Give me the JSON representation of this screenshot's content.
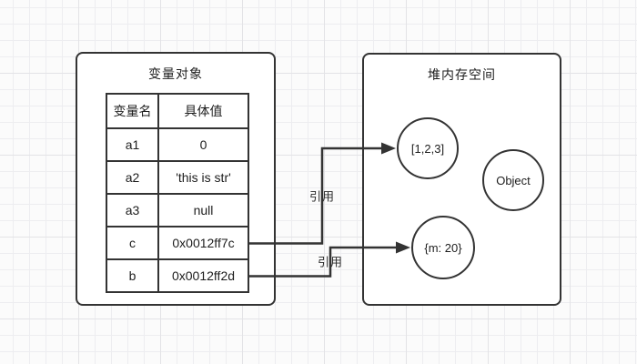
{
  "left_box": {
    "title": "变量对象",
    "table": {
      "headers": {
        "name": "变量名",
        "value": "具体值"
      },
      "rows": [
        {
          "name": "a1",
          "value": "0"
        },
        {
          "name": "a2",
          "value": "'this is str'"
        },
        {
          "name": "a3",
          "value": "null"
        },
        {
          "name": "c",
          "value": "0x0012ff7c"
        },
        {
          "name": "b",
          "value": "0x0012ff2d"
        }
      ]
    }
  },
  "right_box": {
    "title": "堆内存空间",
    "nodes": [
      {
        "id": "array",
        "label": "[1,2,3]"
      },
      {
        "id": "object",
        "label": "Object"
      },
      {
        "id": "map",
        "label": "{m: 20}"
      }
    ]
  },
  "arrows": [
    {
      "label": "引用",
      "from": "c",
      "to": "[1,2,3]"
    },
    {
      "label": "引用",
      "from": "b",
      "to": "{m: 20}"
    }
  ],
  "colors": {
    "line": "#333333",
    "box_background": "#ffffff",
    "grid_minor": "#ededf0",
    "grid_major": "#e3e3e6"
  }
}
